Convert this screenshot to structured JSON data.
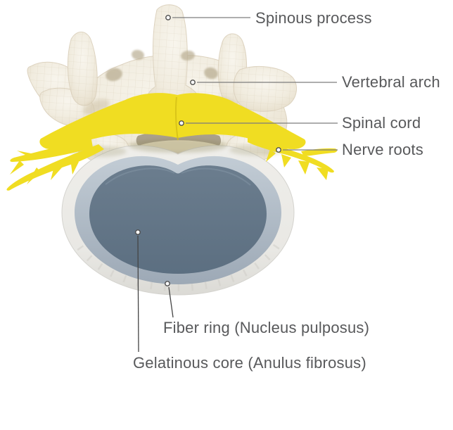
{
  "labels": {
    "spinous_process": "Spinous process",
    "vertebral_arch": "Vertebral arch",
    "spinal_cord": "Spinal cord",
    "nerve_roots": "Nerve roots",
    "fiber_ring": "Fiber ring (Nucleus pulposus)",
    "gelatinous_core": "Gelatinous core (Anulus fibrosus)"
  },
  "colors": {
    "background": "#ffffff",
    "bone": "#f2eee2",
    "bone_mesh": "#cdc1a8",
    "spinal_cord_yellow": "#f0dd22",
    "disc_outer_ring": "#ebeae6",
    "disc_middle_ring": "#b3bfc9",
    "disc_core": "#62758a",
    "label_text": "#58595b",
    "leader_line": "#7d7d7d"
  }
}
